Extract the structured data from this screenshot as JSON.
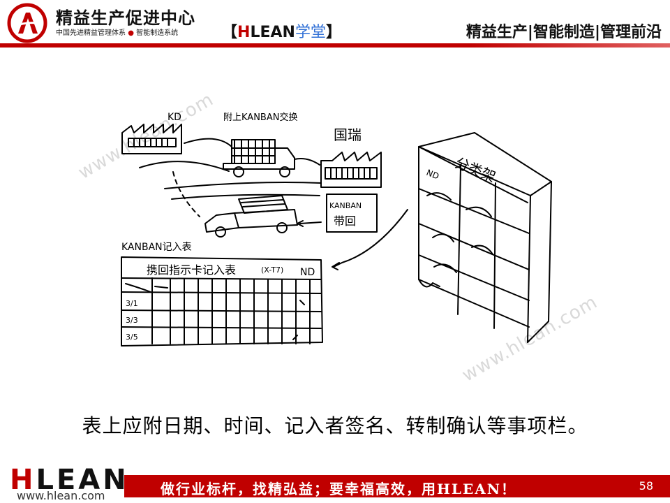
{
  "header": {
    "brand_name": "精益生产促进中心",
    "brand_sub_1": "中国先进精益管理体系",
    "brand_sub_dot": "●",
    "brand_sub_2": "智能制造系统",
    "academy_open": "【",
    "academy_h": "H",
    "academy_lean": "LEAN",
    "academy_xt": "学堂",
    "academy_close": "】",
    "tagline": "精益生产|智能制造|管理前沿"
  },
  "sketch": {
    "kd": "KD",
    "kanban_exchange": "附上KANBAN交换",
    "kokuro": "国瑞",
    "kanban_return_1": "KANBAN",
    "kanban_return_2": "带回",
    "rack_label": "分类架",
    "rack_nd": "ND",
    "record_title": "KANBAN记入表",
    "table_header": "携回指示卡记入表",
    "table_header_tag": "(X-T7)",
    "table_nd": "ND",
    "row_dates": [
      "3/1",
      "3/3",
      "3/5"
    ]
  },
  "watermarks": [
    "www.hlean.com",
    "www.hlean.com"
  ],
  "caption": "表上应附日期、时间、记入者签名、转制确认等事项栏。",
  "footer": {
    "logo_h": "H",
    "logo_rest": "LEAN",
    "url": "www.hlean.com",
    "slogan": "做行业标杆，找精弘益；要幸福高效，用HLEAN！",
    "page_number": "58"
  },
  "colors": {
    "brand_red": "#c00000",
    "accent_blue": "#2f6fd6"
  }
}
